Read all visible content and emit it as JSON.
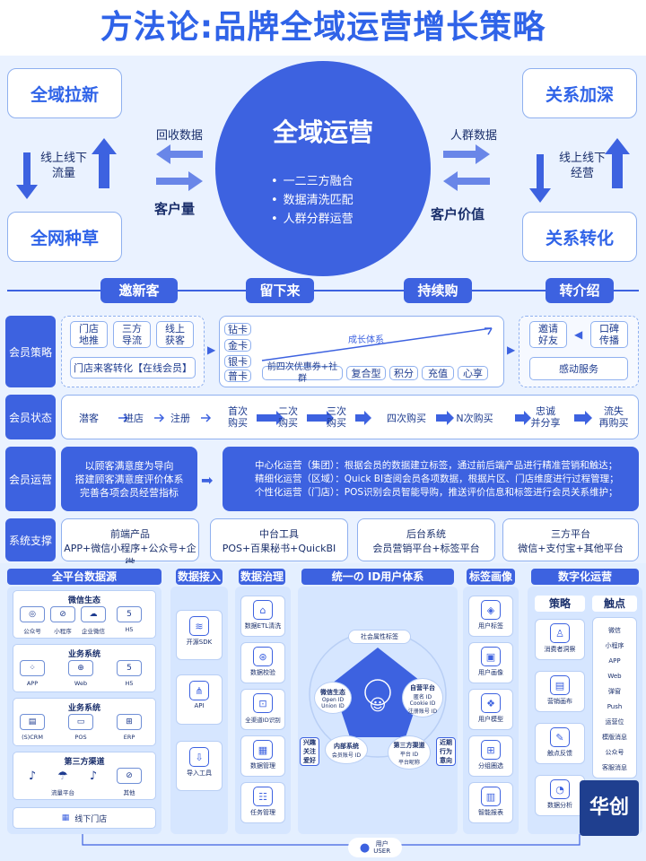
{
  "title": "方法论:品牌全域运营增长策略",
  "colors": {
    "primary": "#3d62e0",
    "light": "#eaf2ff",
    "border": "#8fb0ef",
    "text": "#1d3b8f"
  },
  "top": {
    "corners": {
      "tl": "全域拉新",
      "bl": "全网种草",
      "tr": "关系加深",
      "br": "关系转化"
    },
    "left_vertical": [
      "线上线下",
      "流量"
    ],
    "right_vertical": [
      "线上线下",
      "经营"
    ],
    "left_recycle": "回收数据",
    "left_customers": "客户量",
    "right_people": "人群数据",
    "right_value": "客户价值",
    "circle_title": "全域运营",
    "circle_items": [
      "一二三方融合",
      "数据清洗匹配",
      "人群分群运营"
    ]
  },
  "stages": [
    "邀新客",
    "留下来",
    "持续购",
    "转介绍"
  ],
  "member_strategy": {
    "label": "会员策略",
    "entries": [
      "门店\n地推",
      "三方\n导流",
      "线上\n获客"
    ],
    "online_conversion": "门店来客转化【在线会员】",
    "tiers": [
      "钻卡",
      "金卡",
      "银卡",
      "普卡"
    ],
    "growth": "成长体系",
    "benefits": [
      "前四次优惠券+社群",
      "复合型",
      "积分",
      "充值",
      "心享"
    ],
    "referral": [
      "邀请\n好友",
      "口碑\n传播"
    ],
    "gratitude": "感动服务"
  },
  "member_status": {
    "label": "会员状态",
    "steps": [
      "潜客",
      "进店",
      "注册",
      "首次\n购买",
      "二次\n购买",
      "三次\n购买",
      "四次购买",
      "N次购买",
      "忠诚\n并分享",
      "流失\n再购买"
    ]
  },
  "member_ops": {
    "label": "会员运营",
    "left": [
      "以顾客满意度为导向",
      "搭建顾客满意度评价体系",
      "完善各项会员经营指标"
    ],
    "right": [
      "中心化运营（集团）：根据会员的数据建立标签，通过前后端产品进行精准营销和触达；",
      "精细化运营（区域）：Quick BI查阅会员各项数据，根据片区、门店维度进行过程管理；",
      "个性化运营（门店）：POS识别会员智能导购，推送评价信息和标签进行会员关系维护；"
    ]
  },
  "system_support": {
    "label": "系统支撑",
    "items": [
      {
        "title": "前端产品",
        "desc": "APP+微信小程序+公众号+企微"
      },
      {
        "title": "中台工具",
        "desc": "POS+百果秘书+QuickBI"
      },
      {
        "title": "后台系统",
        "desc": "会员营销平台+标签平台"
      },
      {
        "title": "三方平台",
        "desc": "微信+支付宝+其他平台"
      }
    ]
  },
  "bottom": {
    "sources_title": "全平台数据源",
    "groups": [
      {
        "title": "微信生态",
        "items": [
          "公众号",
          "小程序",
          "企业微信",
          "H5"
        ],
        "icons": [
          "◎",
          "⊘",
          "☁",
          "5"
        ]
      },
      {
        "title": "业务系统",
        "items": [
          "APP",
          "Web",
          "H5"
        ],
        "icons": [
          "⁘",
          "⊕",
          "5"
        ]
      },
      {
        "title": "业务系统",
        "items": [
          "(S)CRM",
          "POS",
          "ERP"
        ],
        "icons": [
          "▤",
          "▭",
          "⊞"
        ]
      },
      {
        "title": "第三方渠道",
        "items": [
          "",
          "流量平台",
          "",
          "其他"
        ],
        "icons": [
          "♪",
          "☂",
          "♪",
          "⊘"
        ]
      }
    ],
    "offline": "线下门店",
    "ingest_title": "数据接入",
    "ingest": [
      "开源SDK",
      "API",
      "导入工具"
    ],
    "ingest_icons": [
      "≋",
      "⋔",
      "⇩"
    ],
    "gov_title": "数据治理",
    "gov": [
      "数据ETL清洗",
      "数据校验",
      "全渠道ID识别",
      "数据管理",
      "任务管理"
    ],
    "gov_icons": [
      "⌂",
      "⊛",
      "⊡",
      "▦",
      "☷"
    ],
    "id_title": "统一の ID用户体系",
    "id_social": "社会属性标签",
    "id_wechat": [
      "微信生态",
      "Open ID",
      "Union ID"
    ],
    "id_self": [
      "自营平台",
      "匿名 ID",
      "Cookie ID",
      "注册账号 ID"
    ],
    "id_internal": [
      "内部系统",
      "会员账号 ID"
    ],
    "id_third": [
      "第三方渠道",
      "平台 ID",
      "平台昵称"
    ],
    "id_interest": [
      "兴趣",
      "关注",
      "爱好"
    ],
    "id_recent": [
      "近期",
      "行为",
      "意向"
    ],
    "tag_title": "标签画像",
    "tags": [
      "用户标签",
      "用户画像",
      "用户模型",
      "分组圈选",
      "智能报表"
    ],
    "tag_icons": [
      "◈",
      "▣",
      "❖",
      "⊞",
      "▥"
    ],
    "ops_title": "数字化运营",
    "strategy_title": "策略",
    "strategy": [
      "消费者洞察",
      "营销画布",
      "触点反馈",
      "数据分析"
    ],
    "strategy_icons": [
      "♙",
      "▤",
      "✎",
      "◔"
    ],
    "touch_title": "触点",
    "touch": [
      "微信",
      "小程序",
      "APP",
      "Web",
      "弹窗",
      "Push",
      "运营位",
      "模版消息",
      "公众号",
      "客服消息"
    ],
    "user": [
      "用户",
      "USER"
    ],
    "watermark": "华创"
  }
}
